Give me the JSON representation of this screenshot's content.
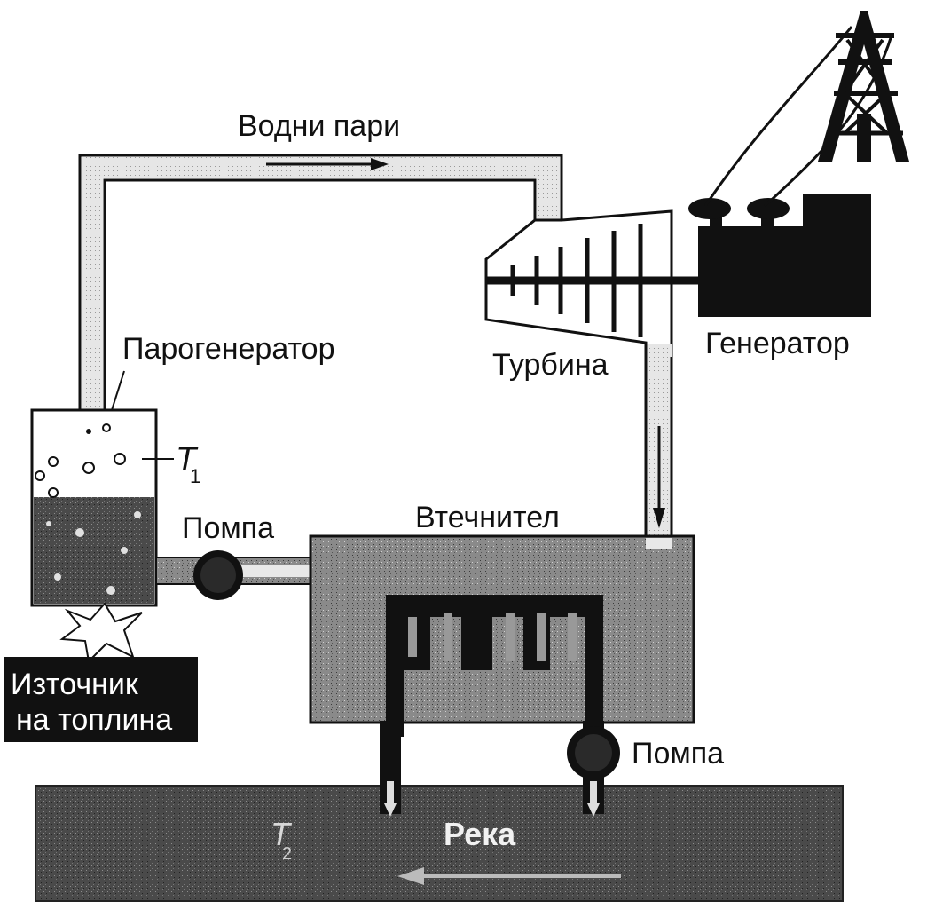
{
  "labels": {
    "steam": "Водни пари",
    "steam_generator": "Парогенератор",
    "turbine": "Турбина",
    "generator": "Генератор",
    "condenser": "Втечнител",
    "pump_top": "Помпа",
    "pump_bottom": "Помпа",
    "heat_source_line1": "Източник",
    "heat_source_line2": "на топлина",
    "river": "Река",
    "t1_symbol": "T",
    "t1_sub": "1",
    "t2_symbol": "T",
    "t2_sub": "2"
  }
}
